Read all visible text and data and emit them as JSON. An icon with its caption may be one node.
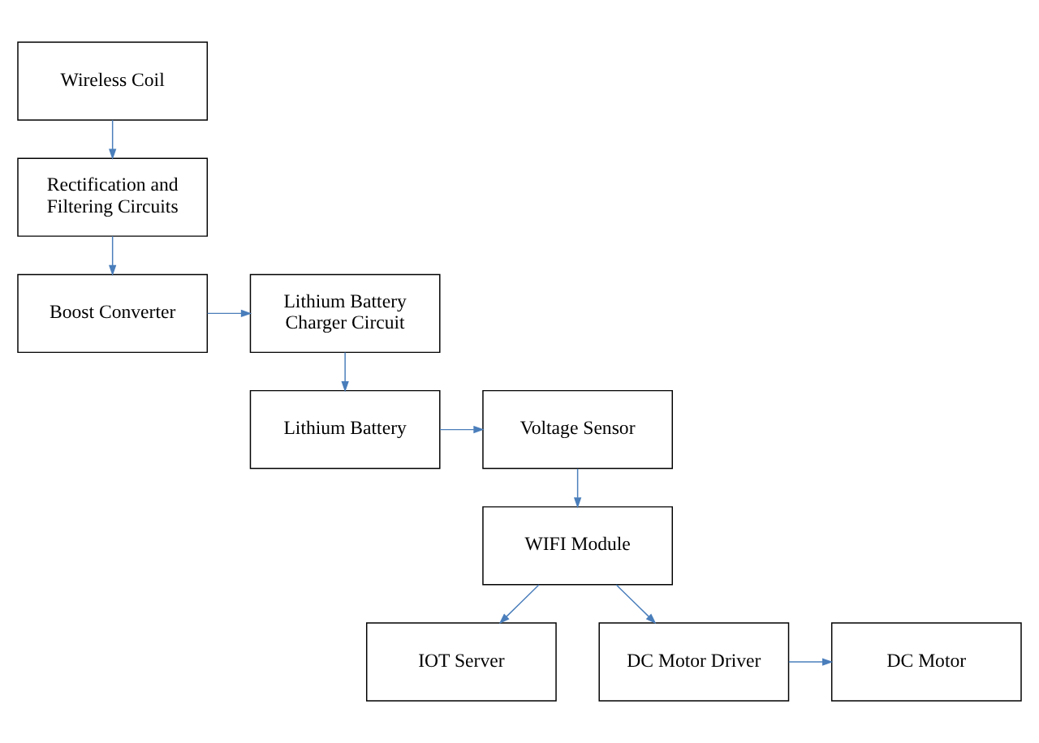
{
  "diagram": {
    "nodes": [
      {
        "text": [
          "Wireless Coil"
        ]
      },
      {
        "text": [
          "Rectification and Filtering Circuits"
        ]
      },
      {
        "text": [
          "Boost Converter"
        ]
      },
      {
        "text": [
          "Lithium Battery Charger Circuit"
        ]
      },
      {
        "text": [
          "Lithium Battery"
        ]
      },
      {
        "text": [
          "Voltage Sensor"
        ]
      },
      {
        "text": [
          "WIFI Module"
        ]
      },
      {
        "text": [
          "IOT Server"
        ]
      },
      {
        "text": [
          "DC Motor Driver"
        ]
      },
      {
        "text": [
          "DC Motor"
        ]
      }
    ],
    "edges": [
      {
        "from": 0,
        "to": 1,
        "arrow": "to"
      },
      {
        "from": 1,
        "to": 2,
        "arrow": "to"
      },
      {
        "from": 2,
        "to": 3,
        "arrow": "to"
      },
      {
        "from": 3,
        "to": 4,
        "arrow": "to"
      },
      {
        "from": 4,
        "to": 5,
        "arrow": "to"
      },
      {
        "from": 5,
        "to": 6,
        "arrow": "to"
      },
      {
        "from": 6,
        "to": 7,
        "arrow": "to"
      },
      {
        "from": 6,
        "to": 8,
        "arrow": "to"
      },
      {
        "from": 8,
        "to": 9,
        "arrow": "to"
      }
    ]
  }
}
